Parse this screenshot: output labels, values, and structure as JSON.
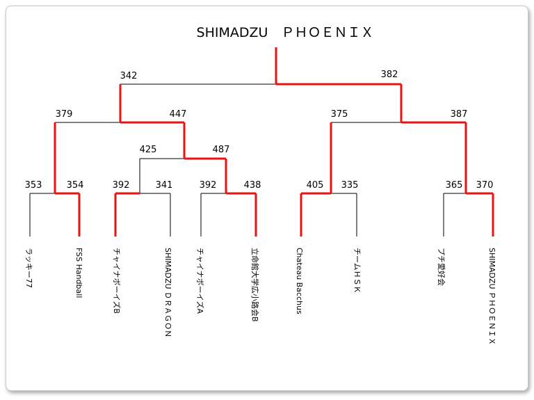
{
  "title": "SHIMADZU　ＰＨＯＥＮＩＸ",
  "colors": {
    "win": "#ee1111",
    "line": "#000000"
  },
  "teams": [
    {
      "name": "ラッキー77",
      "score": "353",
      "win": false
    },
    {
      "name": "FSS Handball",
      "score": "354",
      "win": true
    },
    {
      "name": "チャイナボーイズB",
      "score": "392",
      "win": true
    },
    {
      "name": "SHIMADZU ＤＲＡＧＯＮ",
      "score": "341",
      "win": false
    },
    {
      "name": "チャイナボーイズA",
      "score": "392",
      "win": false
    },
    {
      "name": "立命館大学広小路会B",
      "score": "438",
      "win": true
    },
    {
      "name": "Chateau Bacchus",
      "score": "405",
      "win": true
    },
    {
      "name": "チームＨＳＫ",
      "score": "335",
      "win": false
    },
    {
      "name": "プチ愛好会",
      "score": "365",
      "win": false
    },
    {
      "name": "SHIMADZU ＰＨＯＥＮＩＸ",
      "score": "370",
      "win": true
    }
  ],
  "round2": [
    {
      "id": "m425",
      "score": "425",
      "win": false
    },
    {
      "id": "m487",
      "score": "487",
      "win": true
    }
  ],
  "round3": [
    {
      "id": "m379",
      "score": "379",
      "win": true
    },
    {
      "id": "m447",
      "score": "447",
      "win": false
    },
    {
      "id": "m375",
      "score": "375",
      "win": false
    },
    {
      "id": "m387",
      "score": "387",
      "win": true
    }
  ],
  "semis": [
    {
      "id": "m342",
      "score": "342",
      "win": false
    },
    {
      "id": "m382",
      "score": "382",
      "win": true
    }
  ]
}
